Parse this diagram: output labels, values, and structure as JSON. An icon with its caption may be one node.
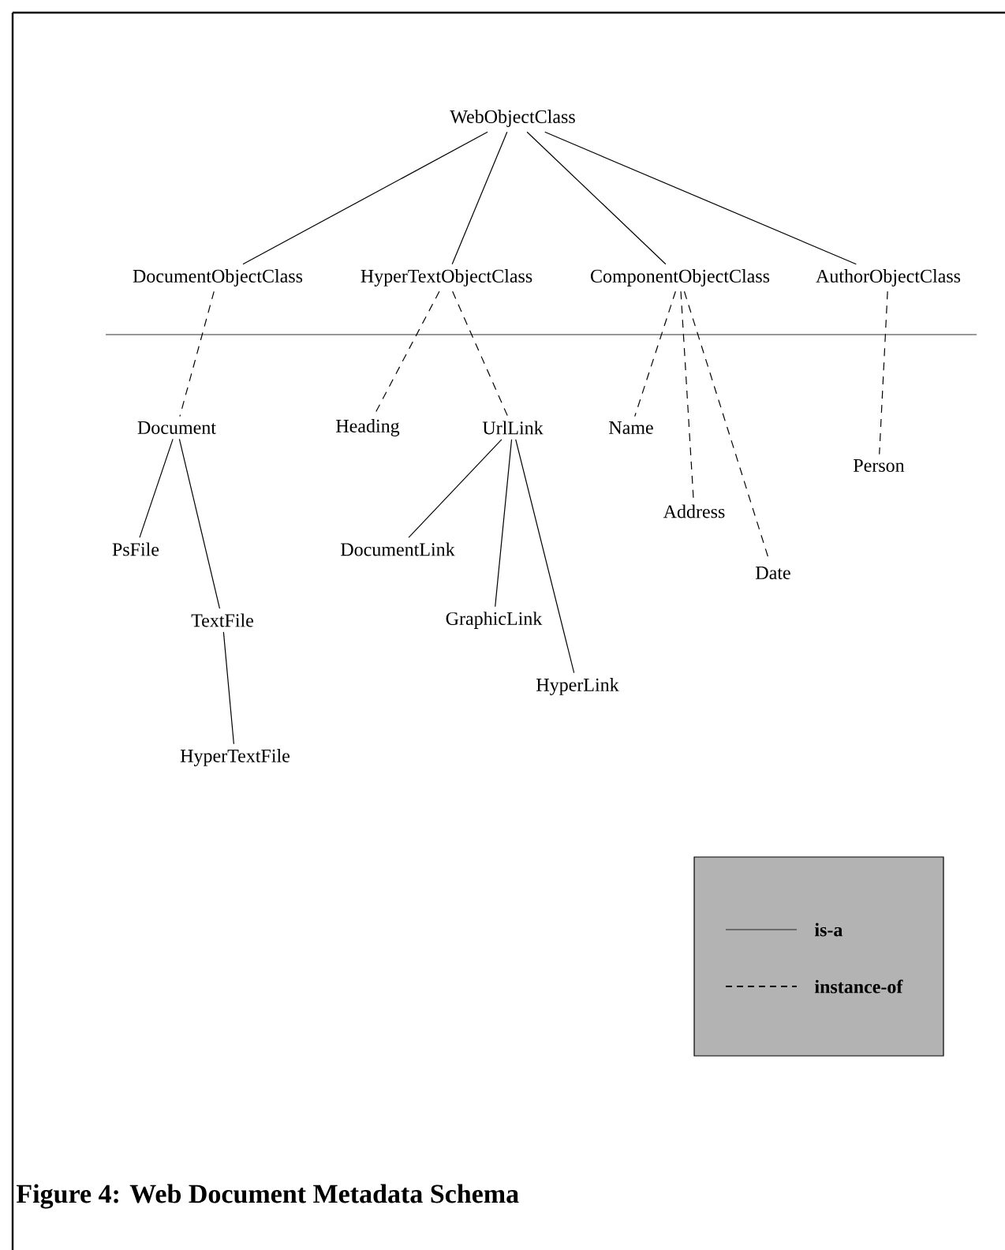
{
  "diagram": {
    "caption": "Figure 4: Web Document Metadata Schema",
    "nodes": [
      {
        "text": [
          "WebObjectClass"
        ]
      },
      {
        "text": [
          "DocumentObjectClass"
        ]
      },
      {
        "text": [
          "HyperTextObjectClass"
        ]
      },
      {
        "text": [
          "ComponentObjectClass"
        ]
      },
      {
        "text": [
          "AuthorObjectClass"
        ]
      },
      {
        "text": [
          "Document"
        ]
      },
      {
        "text": [
          "Heading"
        ]
      },
      {
        "text": [
          "UrlLink"
        ]
      },
      {
        "text": [
          "Name"
        ]
      },
      {
        "text": [
          "Person"
        ]
      },
      {
        "text": [
          "Address"
        ]
      },
      {
        "text": [
          "PsFile"
        ]
      },
      {
        "text": [
          "DocumentLink"
        ]
      },
      {
        "text": [
          "Date"
        ]
      },
      {
        "text": [
          "TextFile"
        ]
      },
      {
        "text": [
          "GraphicLink"
        ]
      },
      {
        "text": [
          "HyperLink"
        ]
      },
      {
        "text": [
          "HyperTextFile"
        ]
      }
    ],
    "edges": [
      {
        "from": 0,
        "to": 1,
        "arrow": "none"
      },
      {
        "from": 0,
        "to": 2,
        "arrow": "none"
      },
      {
        "from": 0,
        "to": 3,
        "arrow": "none"
      },
      {
        "from": 0,
        "to": 4,
        "arrow": "none"
      },
      {
        "from": 1,
        "to": 5,
        "arrow": "none",
        "style": "dashed"
      },
      {
        "from": 2,
        "to": 6,
        "arrow": "none",
        "style": "dashed"
      },
      {
        "from": 2,
        "to": 7,
        "arrow": "none",
        "style": "dashed"
      },
      {
        "from": 3,
        "to": 8,
        "arrow": "none",
        "style": "dashed"
      },
      {
        "from": 3,
        "to": 10,
        "arrow": "none",
        "style": "dashed"
      },
      {
        "from": 3,
        "to": 13,
        "arrow": "none",
        "style": "dashed"
      },
      {
        "from": 4,
        "to": 9,
        "arrow": "none",
        "style": "dashed"
      },
      {
        "from": 5,
        "to": 11,
        "arrow": "none"
      },
      {
        "from": 5,
        "to": 14,
        "arrow": "none"
      },
      {
        "from": 7,
        "to": 12,
        "arrow": "none"
      },
      {
        "from": 7,
        "to": 15,
        "arrow": "none"
      },
      {
        "from": 7,
        "to": 16,
        "arrow": "none"
      },
      {
        "from": 14,
        "to": 17,
        "arrow": "none"
      }
    ],
    "legend": [
      {
        "text": "is-a"
      },
      {
        "text": "instance-of"
      }
    ]
  }
}
